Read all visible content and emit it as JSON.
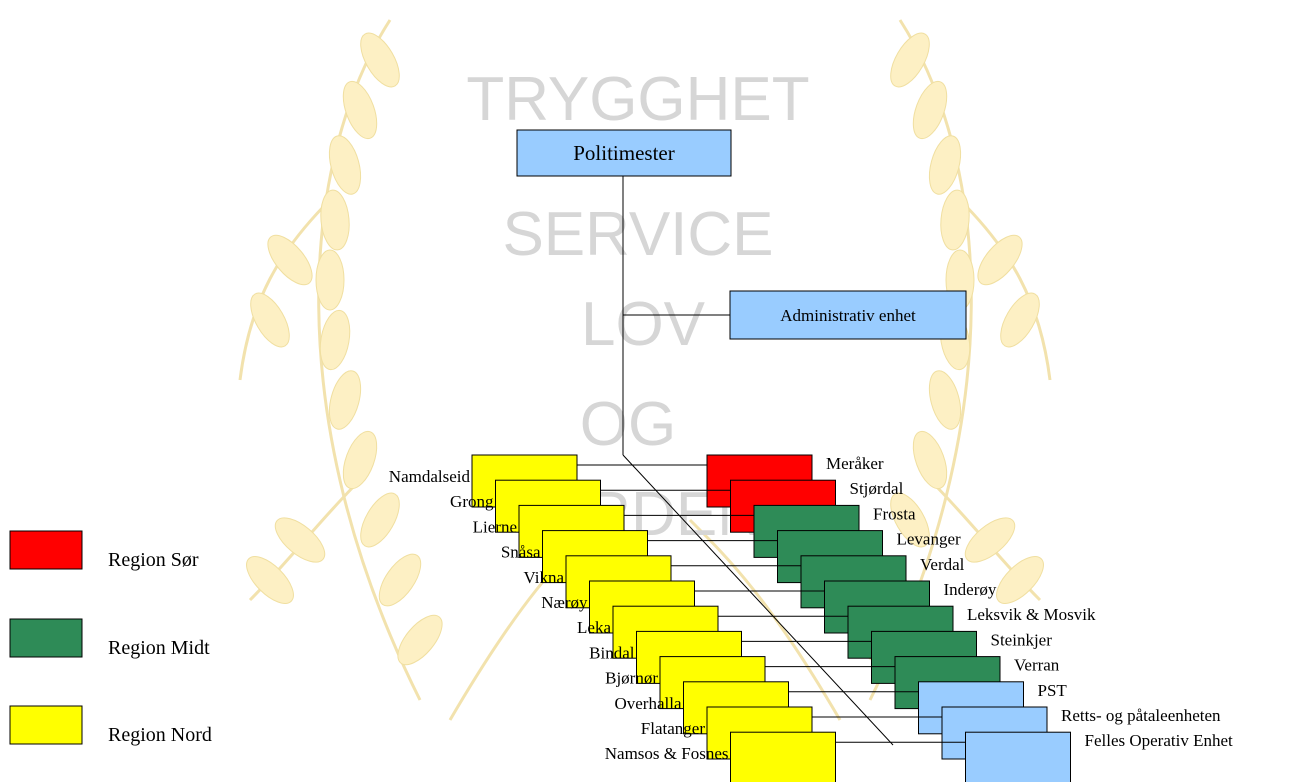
{
  "colors": {
    "sor": "#ff0000",
    "midt": "#2e8b57",
    "nord": "#ffff00",
    "blue": "#99ccff"
  },
  "watermark": [
    "TRYGGHET",
    "SERVICE",
    "LOV",
    "OG",
    "ORDEN"
  ],
  "top": {
    "label": "Politimester"
  },
  "admin": {
    "label": "Administrativ enhet"
  },
  "left_units": [
    {
      "label": "Namdalseid",
      "region": "nord"
    },
    {
      "label": "Grong",
      "region": "nord"
    },
    {
      "label": "Lierne",
      "region": "nord"
    },
    {
      "label": "Snåsa",
      "region": "nord"
    },
    {
      "label": "Vikna",
      "region": "nord"
    },
    {
      "label": "Nærøy",
      "region": "nord"
    },
    {
      "label": "Leka",
      "region": "nord"
    },
    {
      "label": "Bindal",
      "region": "nord"
    },
    {
      "label": "Bjørnør",
      "region": "nord"
    },
    {
      "label": "Overhalla",
      "region": "nord"
    },
    {
      "label": "Flatanger",
      "region": "nord"
    },
    {
      "label": "Namsos & Fosnes",
      "region": "nord"
    }
  ],
  "right_units": [
    {
      "label": "Meråker",
      "region": "sor"
    },
    {
      "label": "Stjørdal",
      "region": "sor"
    },
    {
      "label": "Frosta",
      "region": "midt"
    },
    {
      "label": "Levanger",
      "region": "midt"
    },
    {
      "label": "Verdal",
      "region": "midt"
    },
    {
      "label": "Inderøy",
      "region": "midt"
    },
    {
      "label": "Leksvik & Mosvik",
      "region": "midt"
    },
    {
      "label": "Steinkjer",
      "region": "midt"
    },
    {
      "label": "Verran",
      "region": "midt"
    },
    {
      "label": "PST",
      "region": "blue"
    },
    {
      "label": "Retts- og påtaleenheten",
      "region": "blue"
    },
    {
      "label": "Felles Operativ Enhet",
      "region": "blue"
    }
  ],
  "legend": [
    {
      "label": "Region Sør",
      "region": "sor"
    },
    {
      "label": "Region Midt",
      "region": "midt"
    },
    {
      "label": "Region Nord",
      "region": "nord"
    }
  ]
}
